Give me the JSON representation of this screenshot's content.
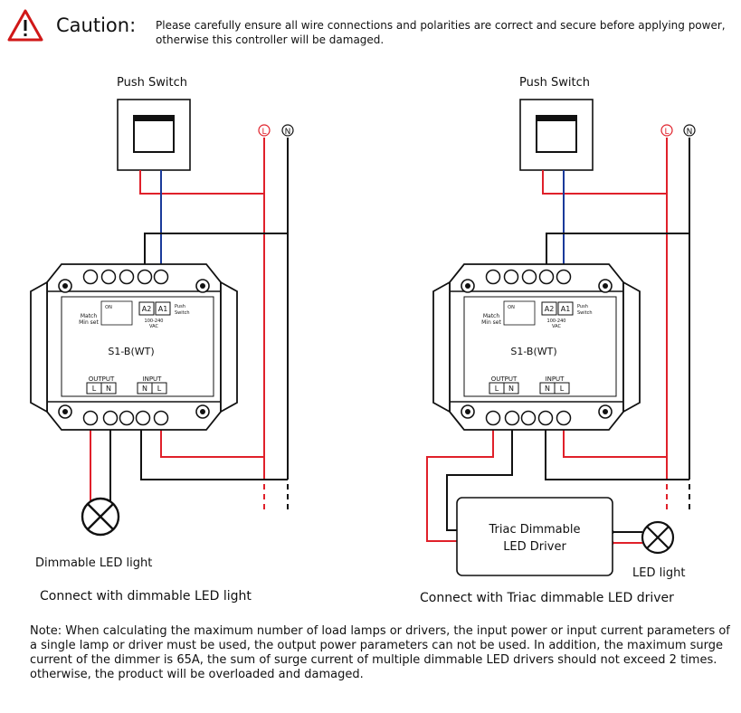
{
  "caution": {
    "title": "Caution:",
    "text": "Please carefully ensure all wire connections and polarities are correct and secure before applying power, otherwise this controller will be damaged."
  },
  "left": {
    "switch_label": "Push Switch",
    "L": "L",
    "N": "N",
    "model": "S1-B(WT)",
    "a2": "A2",
    "a1": "A1",
    "voltage_line1": "100-240",
    "voltage_line2": "VAC",
    "push_line1": "Push",
    "push_line2": "Switch",
    "match_line1": "Match",
    "match_line2": "Min set",
    "on": "ON",
    "output_label": "OUTPUT",
    "input_label": "INPUT",
    "load_label": "Dimmable LED light",
    "caption": "Connect with dimmable LED light"
  },
  "right": {
    "switch_label": "Push Switch",
    "L": "L",
    "N": "N",
    "model": "S1-B(WT)",
    "a2": "A2",
    "a1": "A1",
    "voltage_line1": "100-240",
    "voltage_line2": "VAC",
    "push_line1": "Push",
    "push_line2": "Switch",
    "match_line1": "Match",
    "match_line2": "Min set",
    "on": "ON",
    "output_label": "OUTPUT",
    "input_label": "INPUT",
    "driver_line1": "Triac Dimmable",
    "driver_line2": "LED Driver",
    "load_label": "LED light",
    "caption": "Connect with Triac dimmable LED driver"
  },
  "note": {
    "label": "Note:",
    "text": " When calculating the maximum number of load lamps or drivers, the input power or input current parameters of a single lamp or driver must be used, the output power parameters can not be used. In addition, the maximum surge current of the dimmer is 65A, the sum of surge current of multiple dimmable LED drivers should not exceed 2 times. otherwise, the product will be overloaded and damaged."
  },
  "colors": {
    "live": "#e0202a",
    "neutral": "#111111",
    "switch_wire": "#1a3a9a",
    "caution": "#d01818"
  }
}
